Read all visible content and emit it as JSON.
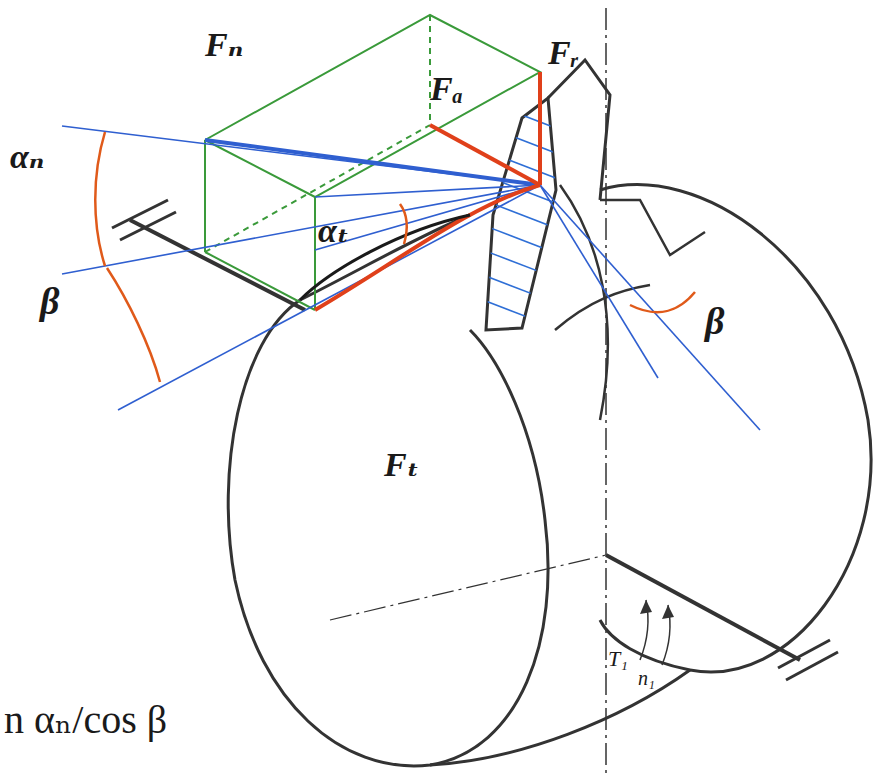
{
  "diagram": {
    "labels": [
      "Fₙ",
      "Fᵣ",
      "Fₐ",
      "αₙ",
      "αₜ",
      "β",
      "Fₜ",
      "β",
      "T₁",
      "n₁",
      "n αₙ/cos β"
    ]
  }
}
